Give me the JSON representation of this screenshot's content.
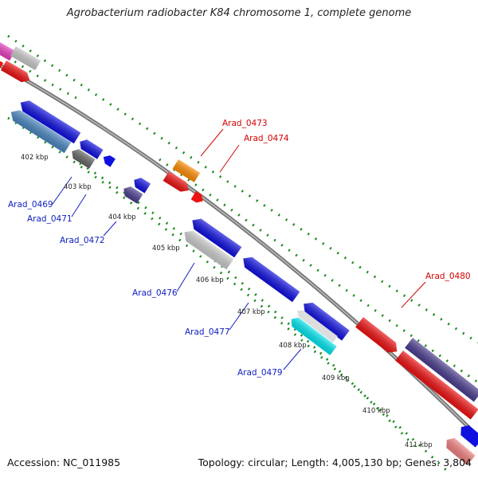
{
  "title": "Agrobacterium radiobacter K84 chromosome 1, complete genome",
  "footer": {
    "accession": "Accession: NC_011985",
    "topology": "Topology: circular; Length: 4,005,130 bp; Genes: 3,804"
  },
  "tick_labels": [
    "402 kbp",
    "403 kbp",
    "404 kbp",
    "405 kbp",
    "406 kbp",
    "407 kbp",
    "408 kbp",
    "409 kbp",
    "410 kbp",
    "411 kbp"
  ],
  "gene_labels_forward": [
    "Arad_0473",
    "Arad_0474",
    "Arad_0480"
  ],
  "gene_labels_reverse": [
    "Arad_0469",
    "Arad_0471",
    "Arad_0472",
    "Arad_0476",
    "Arad_0477",
    "Arad_0479"
  ],
  "colors": {
    "forward_label": "#d40000",
    "reverse_label": "#1020c0",
    "backbone": "#888888",
    "gc_dots": "#1a8a1a"
  }
}
